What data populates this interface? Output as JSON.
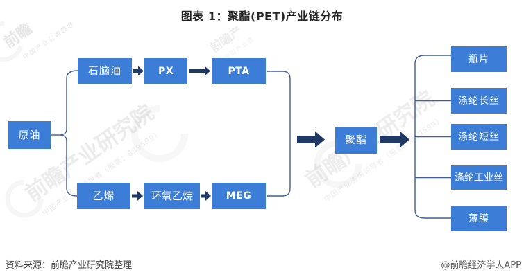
{
  "title": "图表 1：聚酯(PET)产业链分布",
  "footer": {
    "source": "资料来源：前瞻产业研究院整理",
    "credit": "@前瞻经济学人APP"
  },
  "colors": {
    "node_fill": "#3C7DD8",
    "node_text": "#FFFFFF",
    "block_arrow": "#1F3864",
    "connector_line": "#3D5C9C",
    "title_text": "#262626",
    "source_text": "#404040",
    "credit_text": "#595959",
    "watermark_gray": "#E2E2E2"
  },
  "diagram": {
    "nodes": [
      {
        "id": "crude-oil",
        "label": "原油"
      },
      {
        "id": "naphtha",
        "label": "石脑油"
      },
      {
        "id": "px",
        "label": "PX"
      },
      {
        "id": "pta",
        "label": "PTA"
      },
      {
        "id": "ethylene",
        "label": "乙烯"
      },
      {
        "id": "ethylene-oxide",
        "label": "环氧乙烷"
      },
      {
        "id": "meg",
        "label": "MEG"
      },
      {
        "id": "polyester",
        "label": "聚酯"
      },
      {
        "id": "bottle-chip",
        "label": "瓶片"
      },
      {
        "id": "polyester-filament",
        "label": "涤纶长丝"
      },
      {
        "id": "polyester-staple-fiber",
        "label": "涤纶短丝"
      },
      {
        "id": "polyester-industrial-yarn",
        "label": "涤纶工业丝"
      },
      {
        "id": "film",
        "label": "薄膜"
      }
    ],
    "edges": [
      {
        "from": "crude-oil",
        "to": "naphtha"
      },
      {
        "from": "crude-oil",
        "to": "ethylene"
      },
      {
        "from": "naphtha",
        "to": "px"
      },
      {
        "from": "px",
        "to": "pta"
      },
      {
        "from": "ethylene",
        "to": "ethylene-oxide"
      },
      {
        "from": "ethylene-oxide",
        "to": "meg"
      },
      {
        "from": "pta",
        "to": "polyester"
      },
      {
        "from": "meg",
        "to": "polyester"
      },
      {
        "from": "polyester",
        "to": "bottle-chip"
      },
      {
        "from": "polyester",
        "to": "polyester-filament"
      },
      {
        "from": "polyester",
        "to": "polyester-staple-fiber"
      },
      {
        "from": "polyester",
        "to": "polyester-industrial-yarn"
      },
      {
        "from": "polyester",
        "to": "film"
      }
    ]
  },
  "watermark": {
    "brand": "前瞻产业研究院",
    "tagline": "中国产业咨询领导者（股票：839599）",
    "corner_brand": "前瞻",
    "corner_tagline": "中国产业咨询领导",
    "top_brand": "前瞻产",
    "top_tagline": "中国产业咨"
  }
}
